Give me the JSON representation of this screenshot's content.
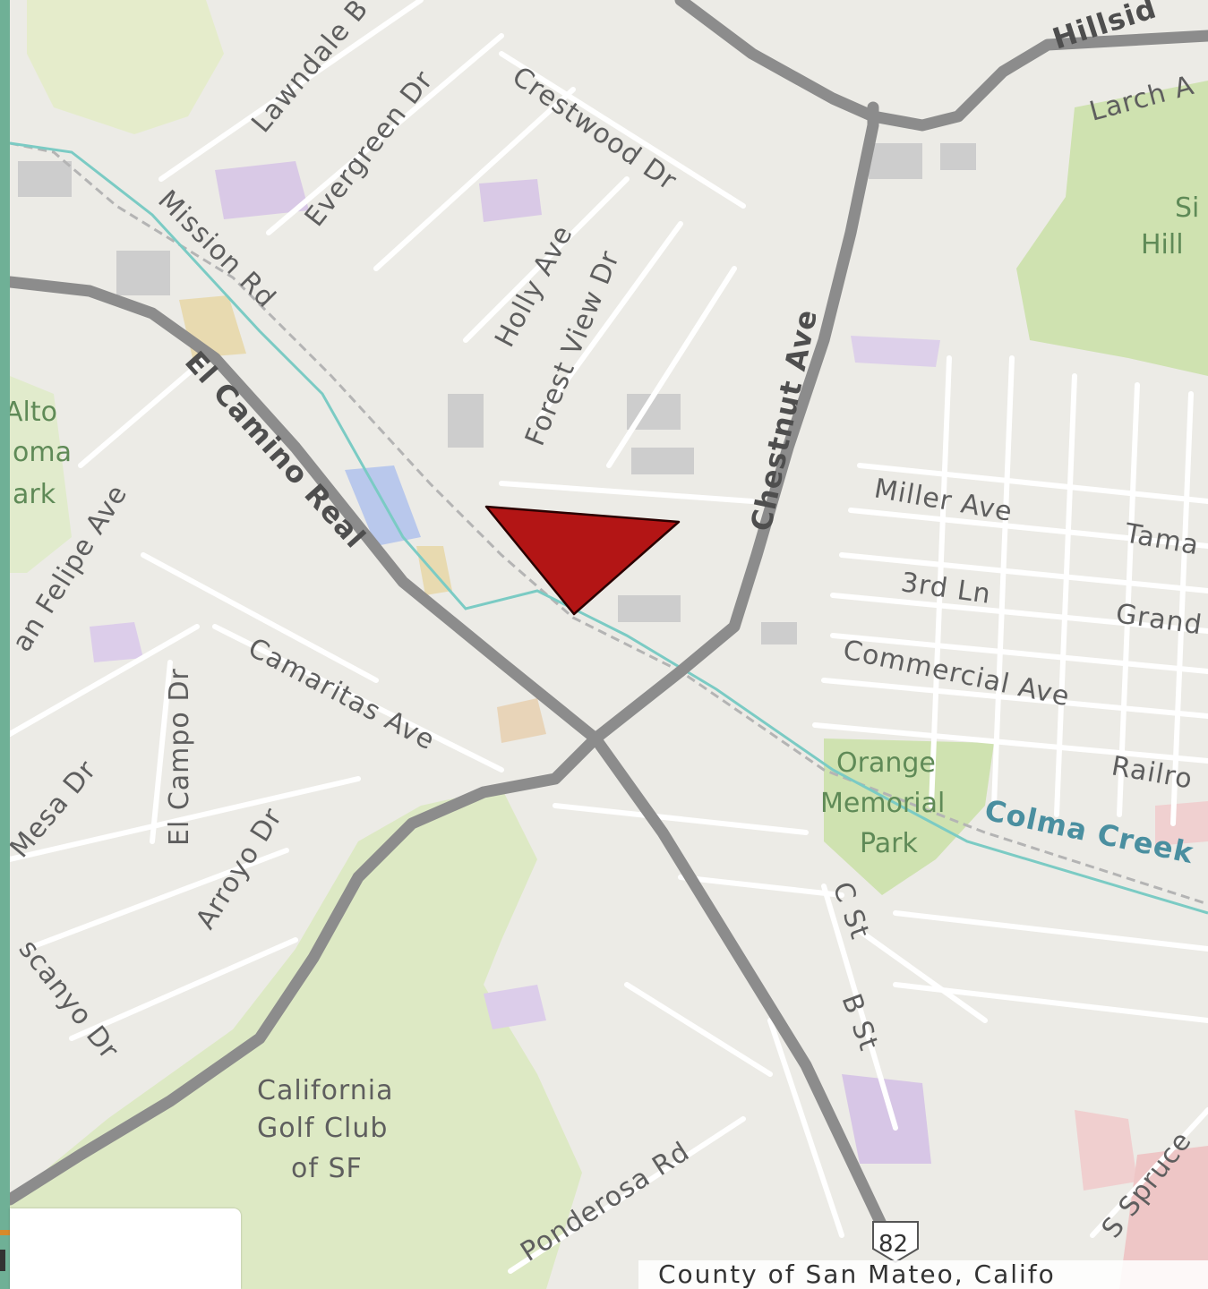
{
  "map": {
    "streets": {
      "hillside": "Hillsid",
      "larch": "Larch A",
      "lawndale": "Lawndale B",
      "evergreen": "Evergreen Dr",
      "crestwood": "Crestwood Dr",
      "mission": "Mission Rd",
      "holly": "Holly Ave",
      "forest_view": "Forest View Dr",
      "chestnut": "Chestnut Ave",
      "el_camino": "El Camino Real",
      "miller": "Miller Ave",
      "tama": "Tama",
      "third_ln": "3rd Ln",
      "grand": "Grand",
      "commercial": "Commercial Ave",
      "railroad": "Railro",
      "san_felipe": "an Felipe Ave",
      "camaritas": "Camaritas Ave",
      "el_campo": "El Campo Dr",
      "mesa": "Mesa Dr",
      "arroyo": "Arroyo Dr",
      "escanyo": "scanyo Dr",
      "c_st": "C St",
      "b_st": "B St",
      "ponderosa": "Ponderosa Rd",
      "spruce": "S Spruce"
    },
    "parks": {
      "alto_loma": [
        "Alto",
        "oma",
        "ark"
      ],
      "sign_hill": [
        "Si",
        "Hill"
      ],
      "orange_memorial": [
        "Orange",
        "Memorial",
        "Park"
      ],
      "california_golf": [
        "California",
        "Golf Club",
        "of SF"
      ]
    },
    "water": {
      "colma_creek": "Colma Creek"
    },
    "shield": "82",
    "attribution": "County of San Mateo, Califo",
    "colors": {
      "background": "#ecebe6",
      "road_major": "#8a8a8a",
      "road_minor": "#ffffff",
      "park": "#cfe2b0",
      "marker": "#b31515"
    }
  }
}
